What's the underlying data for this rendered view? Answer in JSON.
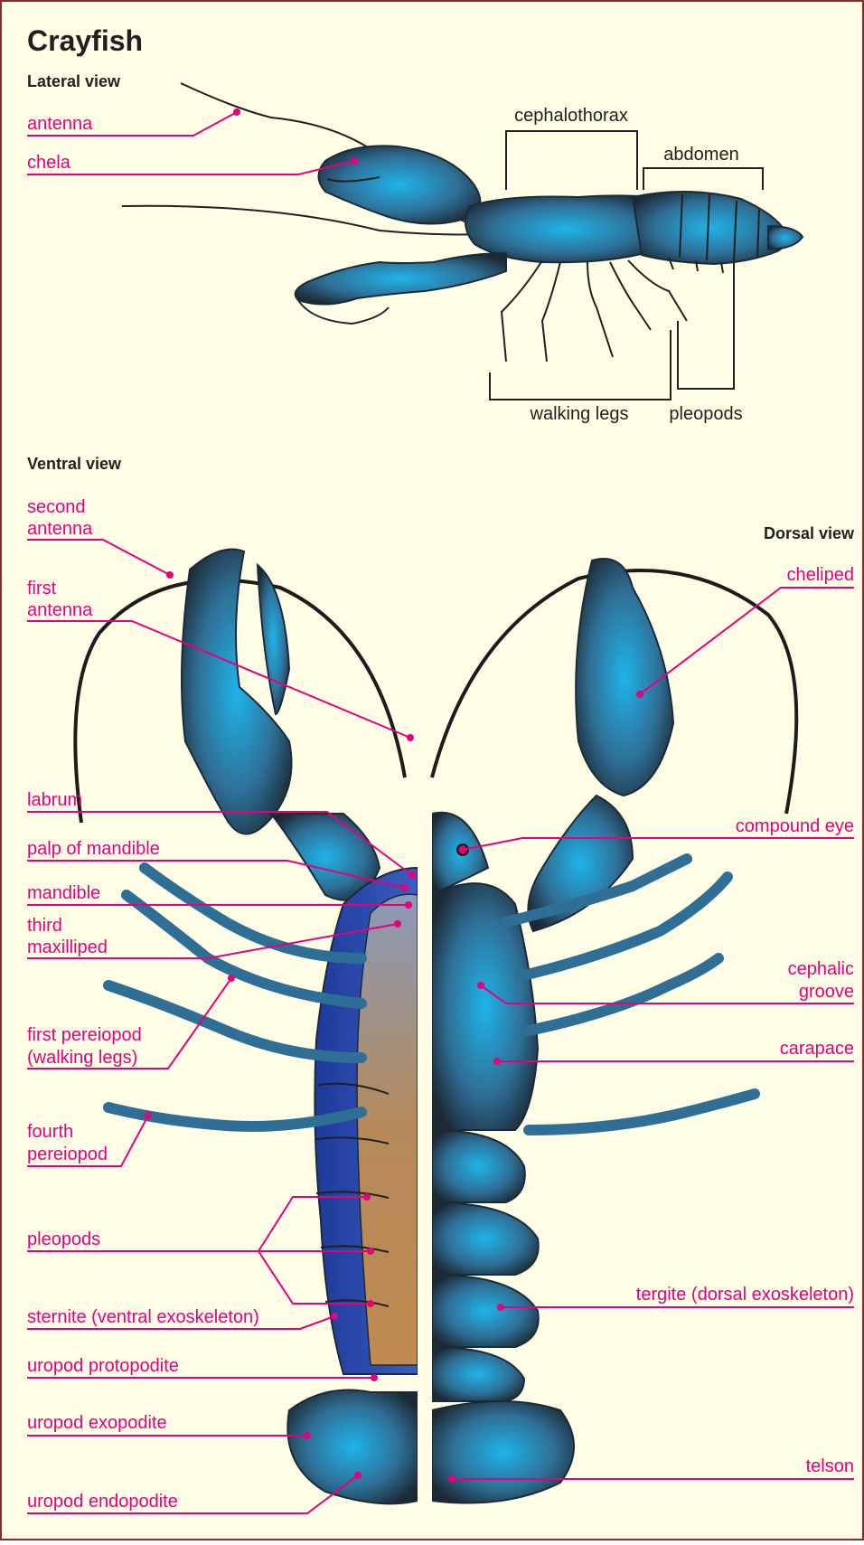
{
  "title": "Crayfish",
  "sections": {
    "lateral": "Lateral view",
    "ventral": "Ventral view",
    "dorsal": "Dorsal view"
  },
  "lateral_labels": {
    "antenna": "antenna",
    "chela": "chela",
    "cephalothorax": "cephalothorax",
    "abdomen": "abdomen",
    "walking_legs": "walking legs",
    "pleopods": "pleopods"
  },
  "ventral_labels": {
    "second_antenna_1": "second",
    "second_antenna_2": "antenna",
    "first_antenna_1": "first",
    "first_antenna_2": "antenna",
    "labrum": "labrum",
    "palp_of_mandible": "palp of mandible",
    "mandible": "mandible",
    "third_maxilliped_1": "third",
    "third_maxilliped_2": "maxilliped",
    "first_pereiopod_1": "first pereiopod",
    "first_pereiopod_2": "(walking legs)",
    "fourth_pereiopod_1": "fourth",
    "fourth_pereiopod_2": "pereiopod",
    "pleopods": "pleopods",
    "sternite": "sternite (ventral exoskeleton)",
    "uropod_protopodite": "uropod protopodite",
    "uropod_exopodite": "uropod exopodite",
    "uropod_endopodite": "uropod endopodite"
  },
  "dorsal_labels": {
    "cheliped": "cheliped",
    "compound_eye": "compound eye",
    "cephalic_groove_1": "cephalic",
    "cephalic_groove_2": "groove",
    "carapace": "carapace",
    "tergite": "tergite (dorsal exoskeleton)",
    "telson": "telson"
  },
  "colors": {
    "background": "#fffde6",
    "border": "#8b2a2a",
    "label": "#e6007e",
    "body_light": "#1fb4e8",
    "body_dark": "#1c2a36",
    "ventral_plate": "#c08a50",
    "ventral_blue": "#1d3a9a"
  }
}
